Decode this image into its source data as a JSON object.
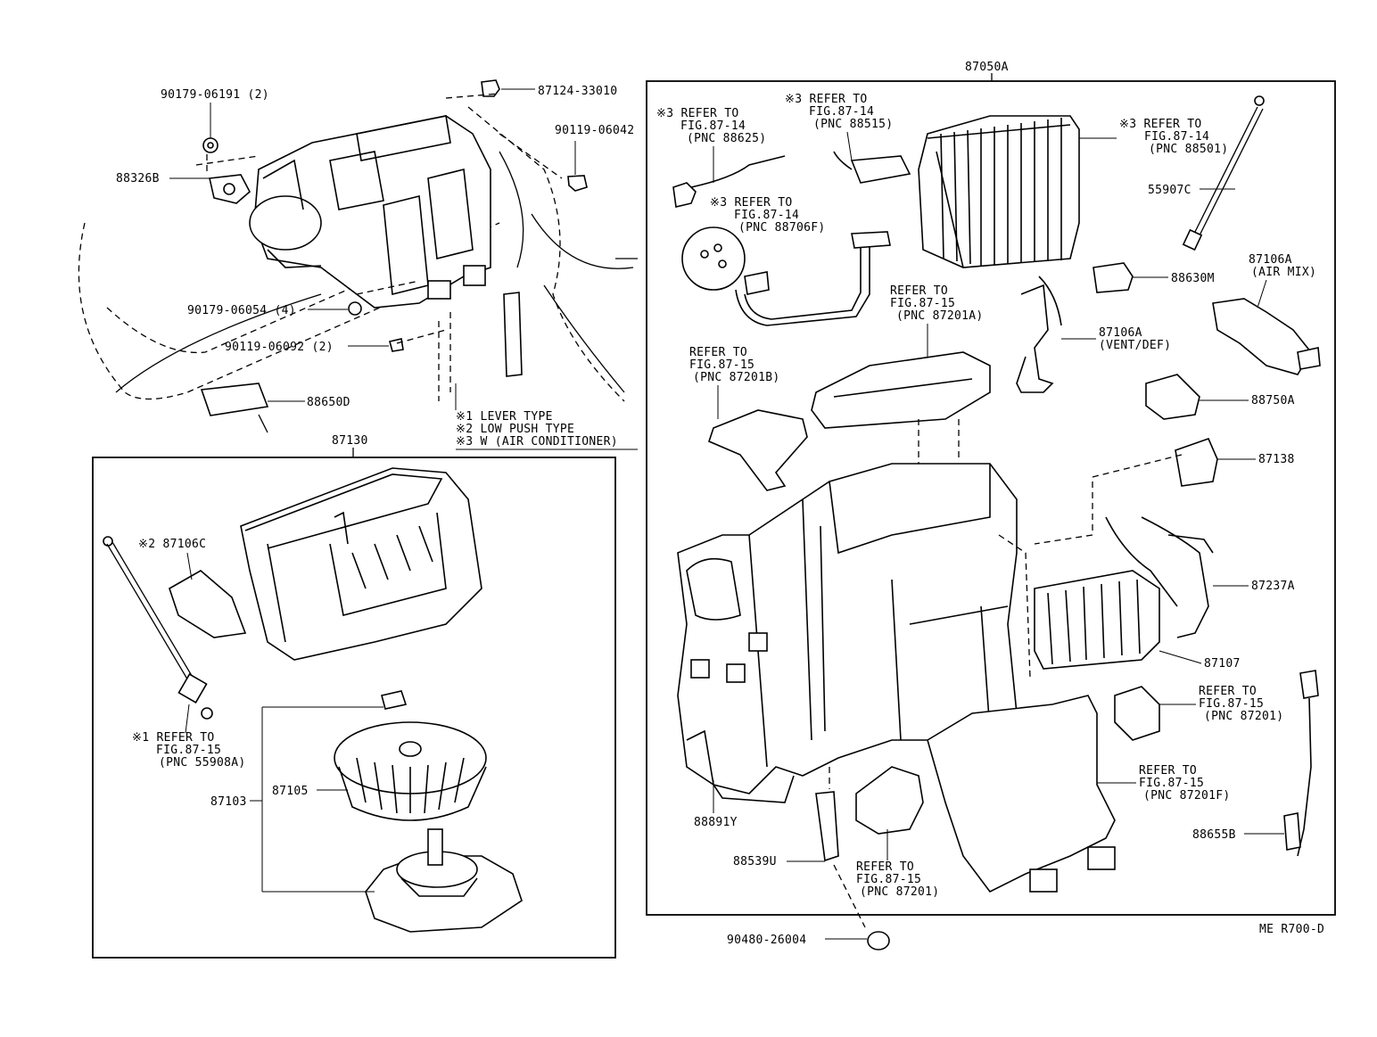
{
  "diagram_id": "ME R700-D",
  "callouts": [
    "90179-06191 (2)",
    "88326B",
    "87124-33010",
    "90119-06042",
    "90179-06054 (4)",
    "90119-06092 (2)",
    "88650D",
    "87130",
    "87050A"
  ],
  "legend": {
    "line1": "※1 LEVER TYPE",
    "line2": "※2 LOW PUSH TYPE",
    "line3": "※3 W (AIR CONDITIONER)"
  },
  "blower_box": {
    "c_87106c": "※2 87106C",
    "ref_1": "※1 REFER TO",
    "ref_2": "FIG.87-15",
    "ref_3": "(PNC 55908A)",
    "c_87103": "87103",
    "c_87105": "87105"
  },
  "ac_box": {
    "r88625": [
      "※3 REFER TO",
      "FIG.87-14",
      "(PNC 88625)"
    ],
    "r88515": [
      "※3 REFER TO",
      "FIG.87-14",
      "(PNC 88515)"
    ],
    "r88501": [
      "※3 REFER TO",
      "FIG.87-14",
      "(PNC 88501)"
    ],
    "r88706f": [
      "※3 REFER TO",
      "FIG.87-14",
      "(PNC 88706F)"
    ],
    "r87201a": [
      "REFER TO",
      "FIG.87-15",
      "(PNC 87201A)"
    ],
    "r87201b": [
      "REFER TO",
      "FIG.87-15",
      "(PNC 87201B)"
    ],
    "r87201_right": [
      "REFER TO",
      "FIG.87-15",
      "(PNC 87201)"
    ],
    "r87201f": [
      "REFER TO",
      "FIG.87-15",
      "(PNC 87201F)"
    ],
    "r87201_bottom": [
      "REFER TO",
      "FIG.87-15",
      "(PNC 87201)"
    ],
    "c_55907c": "55907C",
    "c_88630m": "88630M",
    "c_87106a_mix_1": "87106A",
    "c_87106a_mix_2": "(AIR MIX)",
    "c_87106a_vent_1": "87106A",
    "c_87106a_vent_2": "(VENT/DEF)",
    "c_88750a": "88750A",
    "c_87138": "87138",
    "c_87237a": "87237A",
    "c_87107": "87107",
    "c_88891y": "88891Y",
    "c_88539u": "88539U",
    "c_88655b": "88655B",
    "c_90480": "90480-26004"
  }
}
